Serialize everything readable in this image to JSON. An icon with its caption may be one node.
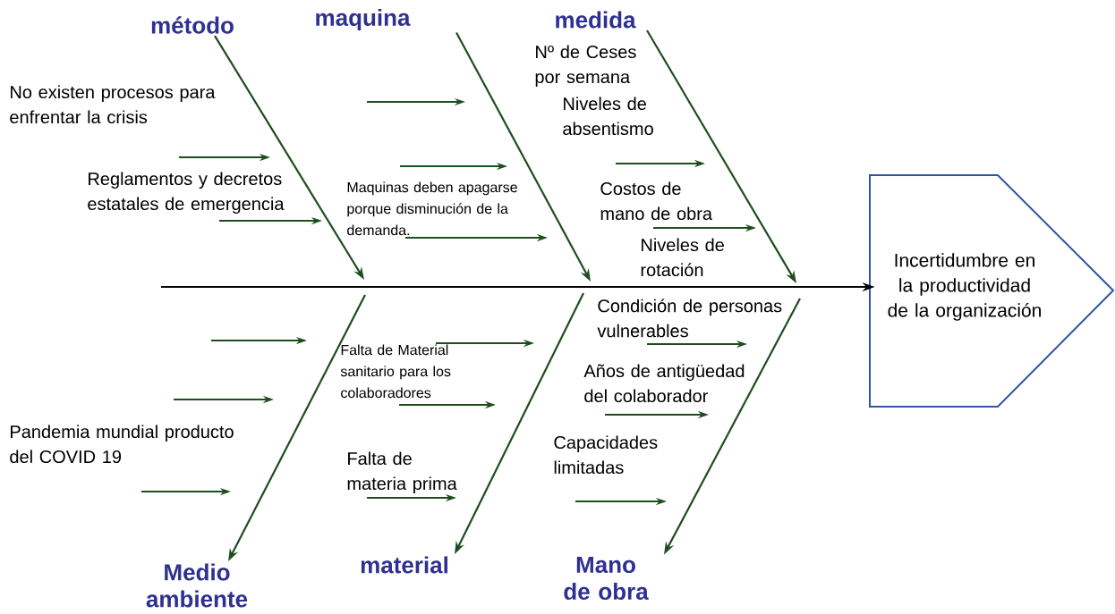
{
  "diagram": {
    "nodes": [
      {
        "text": [
          "método"
        ]
      },
      {
        "text": [
          "maquina"
        ]
      },
      {
        "text": [
          "medida"
        ]
      },
      {
        "text": [
          "Medio ambiente"
        ]
      },
      {
        "text": [
          "material"
        ]
      },
      {
        "text": [
          "Mano de obra"
        ]
      },
      {
        "text": [
          "Incertidumbre en la productividad de la organización"
        ]
      }
    ],
    "edges": [
      {
        "from": null,
        "to": 6,
        "arrow": "to",
        "color": "#000000"
      },
      {
        "from": 0,
        "to": null,
        "arrow": "to"
      },
      {
        "from": 1,
        "to": null,
        "arrow": "to"
      },
      {
        "from": 2,
        "to": null,
        "arrow": "to"
      },
      {
        "from": null,
        "to": 3,
        "arrow": "to"
      },
      {
        "from": null,
        "to": 4,
        "arrow": "to"
      },
      {
        "from": null,
        "to": 5,
        "arrow": "to"
      }
    ],
    "labels": [
      "Nº de Ceses por semana",
      "No existen procesos para enfrentar la crisis",
      "Niveles de absentismo",
      "Reglamentos y decretos estatales de emergencia",
      "Maquinas deben apagarse porque disminución de la demanda.",
      "Costos de mano de obra",
      "Niveles de rotación",
      "Condición de personas vulnerables",
      "Falta de Material sanitario para los colaboradores",
      "Años de antigüedad del colaborador",
      "Pandemia mundial producto del COVID 19",
      "Capacidades limitadas",
      "Falta de materia prima"
    ]
  }
}
